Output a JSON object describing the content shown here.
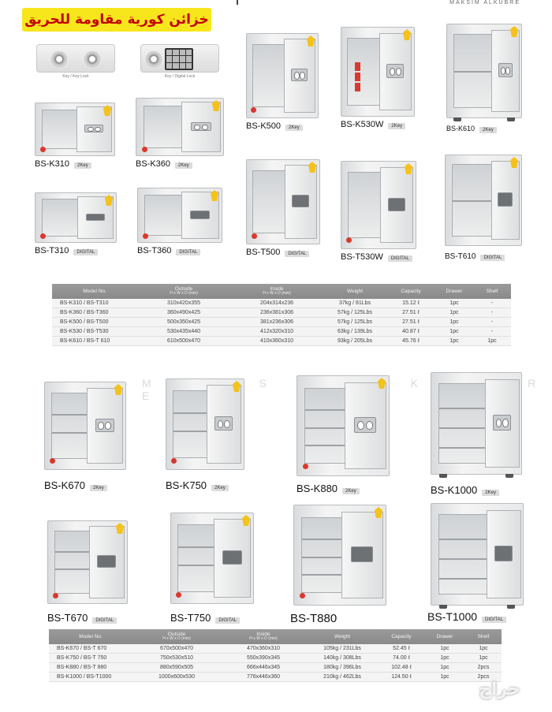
{
  "header": {
    "title_ar": "خزائن كورية مقاومة للحريق",
    "brand_top": "MAKSIM ALKUBRE",
    "colors": {
      "banner_bg": "#f7e61c",
      "banner_text": "#c40000"
    }
  },
  "watermark": {
    "text": "",
    "sub": "M A K S I M  A K U B R E"
  },
  "lock_samples": [
    {
      "caption": "Key / Key Lock"
    },
    {
      "caption": "Key / Digital Lock"
    }
  ],
  "safes_top": [
    {
      "model": "BS-K310",
      "tag": "2Key"
    },
    {
      "model": "BS-K360",
      "tag": "2Key"
    },
    {
      "model": "BS-K500",
      "tag": "2Key"
    },
    {
      "model": "BS-K530W",
      "tag": "2Key"
    },
    {
      "model": "BS-K610",
      "tag": "2Key"
    },
    {
      "model": "BS-T310",
      "tag": "DIGITAL"
    },
    {
      "model": "BS-T360",
      "tag": "DIGITAL"
    },
    {
      "model": "BS-T500",
      "tag": "DIGITAL"
    },
    {
      "model": "BS-T530W",
      "tag": "DIGITAL"
    },
    {
      "model": "BS-T610",
      "tag": "DIGITAL"
    }
  ],
  "safes_bottom": [
    {
      "model": "BS-K670",
      "tag": "2Key"
    },
    {
      "model": "BS-K750",
      "tag": "2Key"
    },
    {
      "model": "BS-K880",
      "tag": "2Key"
    },
    {
      "model": "BS-K1000",
      "tag": "2Key"
    },
    {
      "model": "BS-T670",
      "tag": "DIGITAL"
    },
    {
      "model": "BS-T750",
      "tag": "DIGITAL"
    },
    {
      "model": "BS-T880",
      "tag": ""
    },
    {
      "model": "BS-T1000",
      "tag": "DIGITAL"
    }
  ],
  "table1": {
    "headers": {
      "model": "Model No.",
      "outside": "Outside",
      "outside_sub": "H x W x D (mm)",
      "inside": "Inside",
      "inside_sub": "H x W x D (mm)",
      "weight": "Weight",
      "capacity": "Capacity",
      "drawer": "Drawer",
      "shelf": "Shelf"
    },
    "rows": [
      [
        "BS-K310 / BS-T310",
        "310x420x355",
        "204x314x236",
        "37kg / 81Lbs",
        "15.12 ℓ",
        "1pc",
        "-"
      ],
      [
        "BS-K360 / BS-T360",
        "360x490x425",
        "236x381x306",
        "57kg / 125Lbs",
        "27.51 ℓ",
        "1pc",
        "-"
      ],
      [
        "BS-K500 / BS-T500",
        "500x350x425",
        "381x236x306",
        "57kg / 125Lbs",
        "27.51 ℓ",
        "1pc",
        "-"
      ],
      [
        "BS-K530 / BS-T530",
        "530x435x440",
        "412x320x310",
        "63kg / 139Lbs",
        "40.87 ℓ",
        "1pc",
        "-"
      ],
      [
        "BS-K610 / BS-T 610",
        "610x500x470",
        "410x360x310",
        "93kg / 205Lbs",
        "45.76 ℓ",
        "1pc",
        "1pc"
      ]
    ]
  },
  "table2": {
    "headers": {
      "model": "Model No.",
      "outside": "Outside",
      "outside_sub": "H x W x D (mm)",
      "inside": "Inside",
      "inside_sub": "H x W x D (mm)",
      "weight": "Weight",
      "capacity": "Capacity",
      "drawer": "Drawer",
      "shelf": "Shelf"
    },
    "rows": [
      [
        "BS-K670 / BS-T 670",
        "670x500x470",
        "470x360x310",
        "105kg / 231Lbs",
        "52.45 ℓ",
        "1pc",
        "1pc"
      ],
      [
        "BS-K750 / BS-T 750",
        "750x530x510",
        "550x390x345",
        "140kg / 308Lbs",
        "74.00 ℓ",
        "1pc",
        "1pc"
      ],
      [
        "BS-K880 / BS-T 880",
        "880x590x505",
        "666x446x345",
        "180kg / 396Lbs",
        "102.48 ℓ",
        "1pc",
        "2pcs"
      ],
      [
        "BS-K1000 / BS-T1000",
        "1000x600x530",
        "776x446x360",
        "210kg / 462Lbs",
        "124.50 ℓ",
        "1pc",
        "2pcs"
      ]
    ]
  },
  "footer": {
    "haraj_logo": "حراج"
  }
}
